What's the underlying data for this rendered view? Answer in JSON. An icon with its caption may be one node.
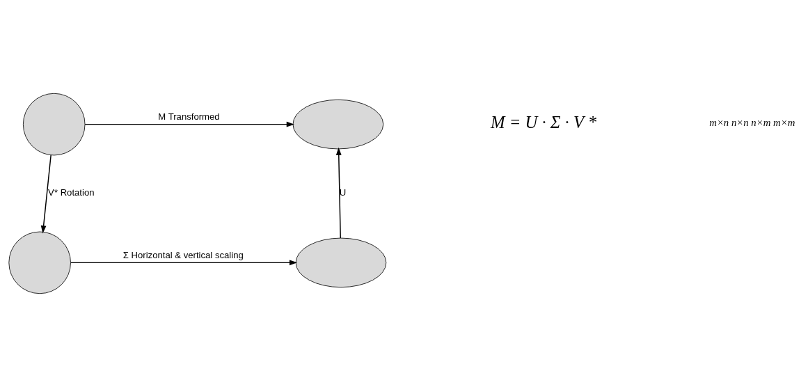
{
  "diagram": {
    "nodes": [
      {
        "text": [],
        "shape": "circle"
      },
      {
        "text": [],
        "shape": "ellipse"
      },
      {
        "text": [],
        "shape": "circle"
      },
      {
        "text": [],
        "shape": "ellipse"
      }
    ],
    "edges": [
      {
        "from": 0,
        "to": 1,
        "arrow": "to",
        "label": "M Transformed"
      },
      {
        "from": 0,
        "to": 2,
        "arrow": "to",
        "label": "V* Rotation"
      },
      {
        "from": 2,
        "to": 3,
        "arrow": "to",
        "label": "Σ Horizontal & vertical scaling"
      },
      {
        "from": 3,
        "to": 1,
        "arrow": "to",
        "label": "U"
      }
    ],
    "labels": [
      "M = U · Σ · V *",
      "m×n n×n n×m m×m"
    ]
  }
}
